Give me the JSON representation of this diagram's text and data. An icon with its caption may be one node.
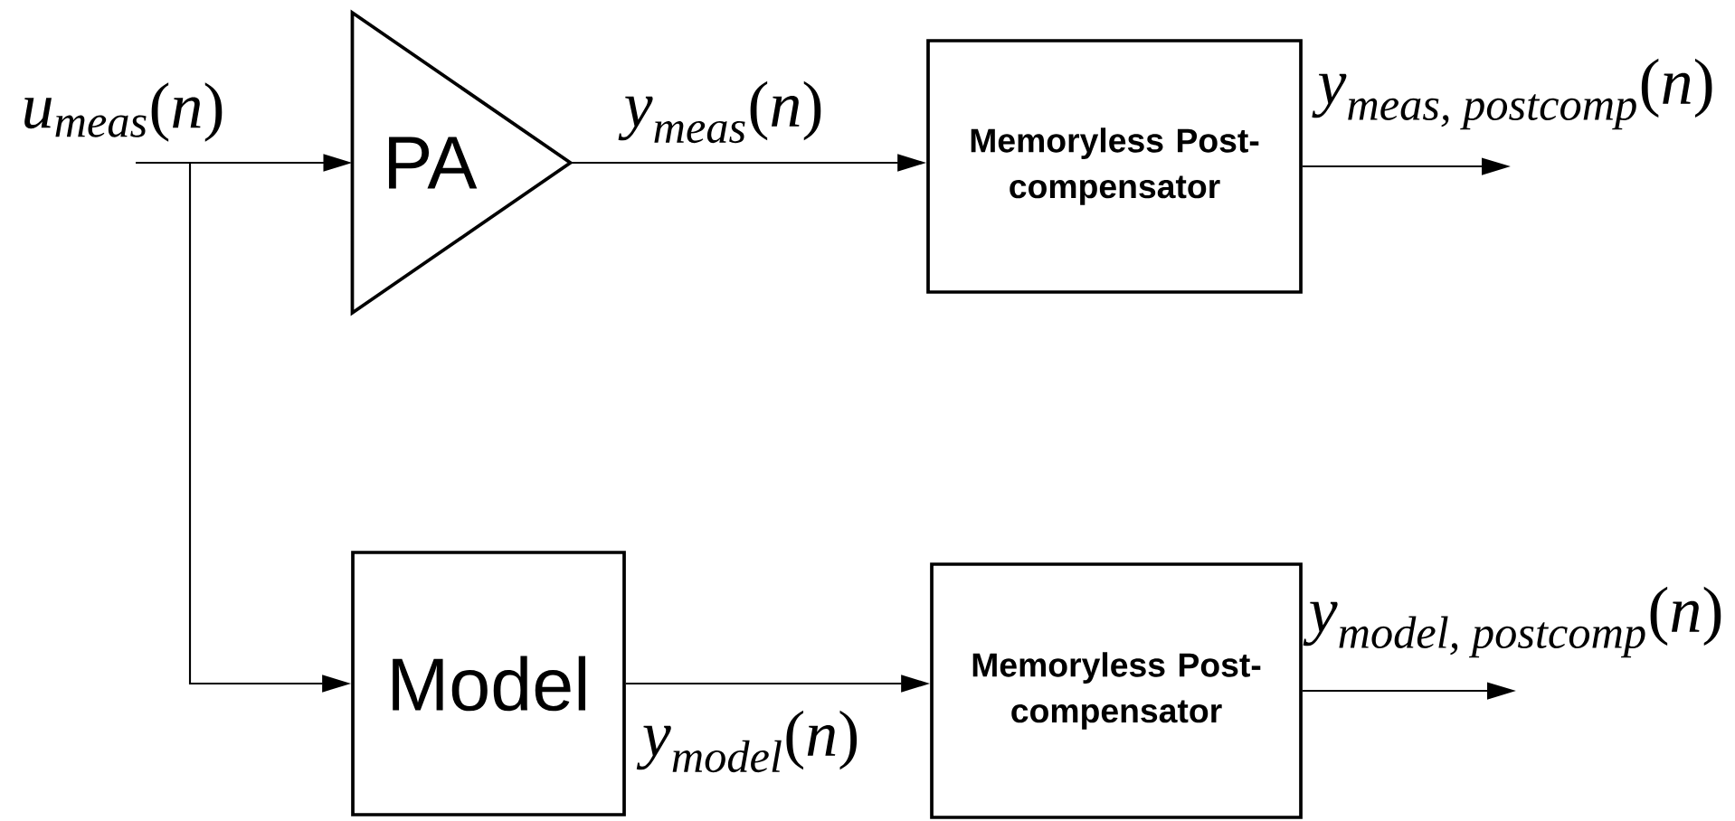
{
  "diagram": {
    "nodes": [
      {
        "text": [
          "PA"
        ]
      },
      {
        "text": [
          "Model"
        ]
      },
      {
        "text": [
          "Memoryless Post-compensator"
        ]
      },
      {
        "text": [
          "Memoryless Post-compensator"
        ]
      }
    ],
    "edges": [
      {
        "from": null,
        "to": 0,
        "arrow": "to",
        "label": "\\textit{u}_{\\textit{meas}}\\textup{(}\\textit{n}\\textup{)}"
      },
      {
        "from": null,
        "to": 1,
        "arrow": "to"
      },
      {
        "from": 0,
        "to": 2,
        "arrow": "to",
        "label": "\\textit{y}_{\\textit{meas}}\\textup{(}\\textit{n}\\textup{)}"
      },
      {
        "from": 1,
        "to": 3,
        "arrow": "to",
        "label": "\\textit{y}_{\\textit{model}}\\textup{(}\\textit{n}\\textup{)}"
      },
      {
        "from": 2,
        "to": null,
        "arrow": "to",
        "label": "\\textit{y}_{\\textit{meas, postcomp}}\\textup{(}\\textit{n}\\textup{)}"
      },
      {
        "from": 3,
        "to": null,
        "arrow": "to",
        "label": "\\textit{y}_{\\textit{model, postcomp}}\\textup{(}\\textit{n}\\textup{)}"
      }
    ]
  }
}
